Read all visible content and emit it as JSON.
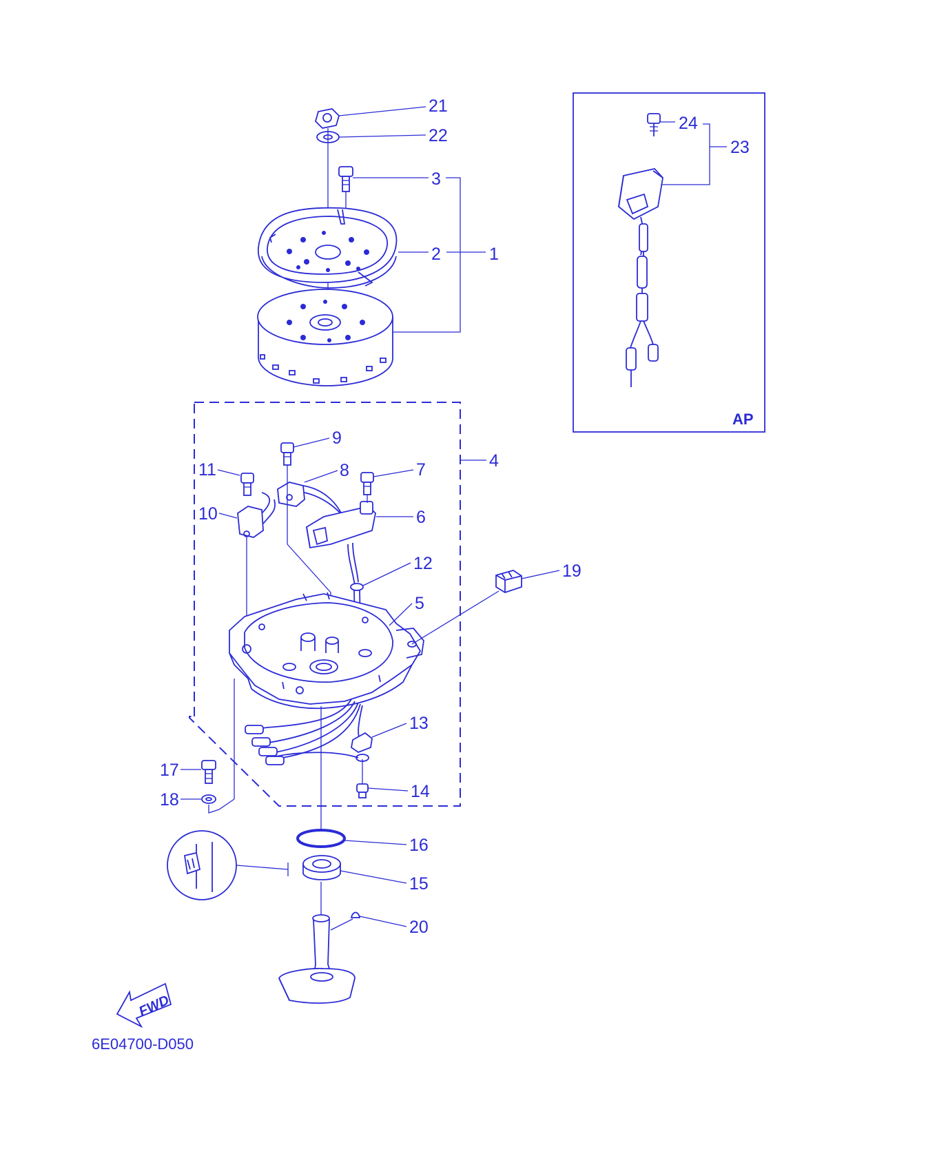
{
  "diagram": {
    "labels": {
      "p1": "1",
      "p2": "2",
      "p3": "3",
      "p4": "4",
      "p5": "5",
      "p6": "6",
      "p7": "7",
      "p8": "8",
      "p9": "9",
      "p10": "10",
      "p11": "11",
      "p12": "12",
      "p13": "13",
      "p14": "14",
      "p15": "15",
      "p16": "16",
      "p17": "17",
      "p18": "18",
      "p19": "19",
      "p20": "20",
      "p21": "21",
      "p22": "22",
      "p23": "23",
      "p24": "24"
    },
    "inset_tag": "AP",
    "direction_arrow": "FWD",
    "drawing_code": "6E04700-D050",
    "line_color": "#2b2bd6"
  }
}
